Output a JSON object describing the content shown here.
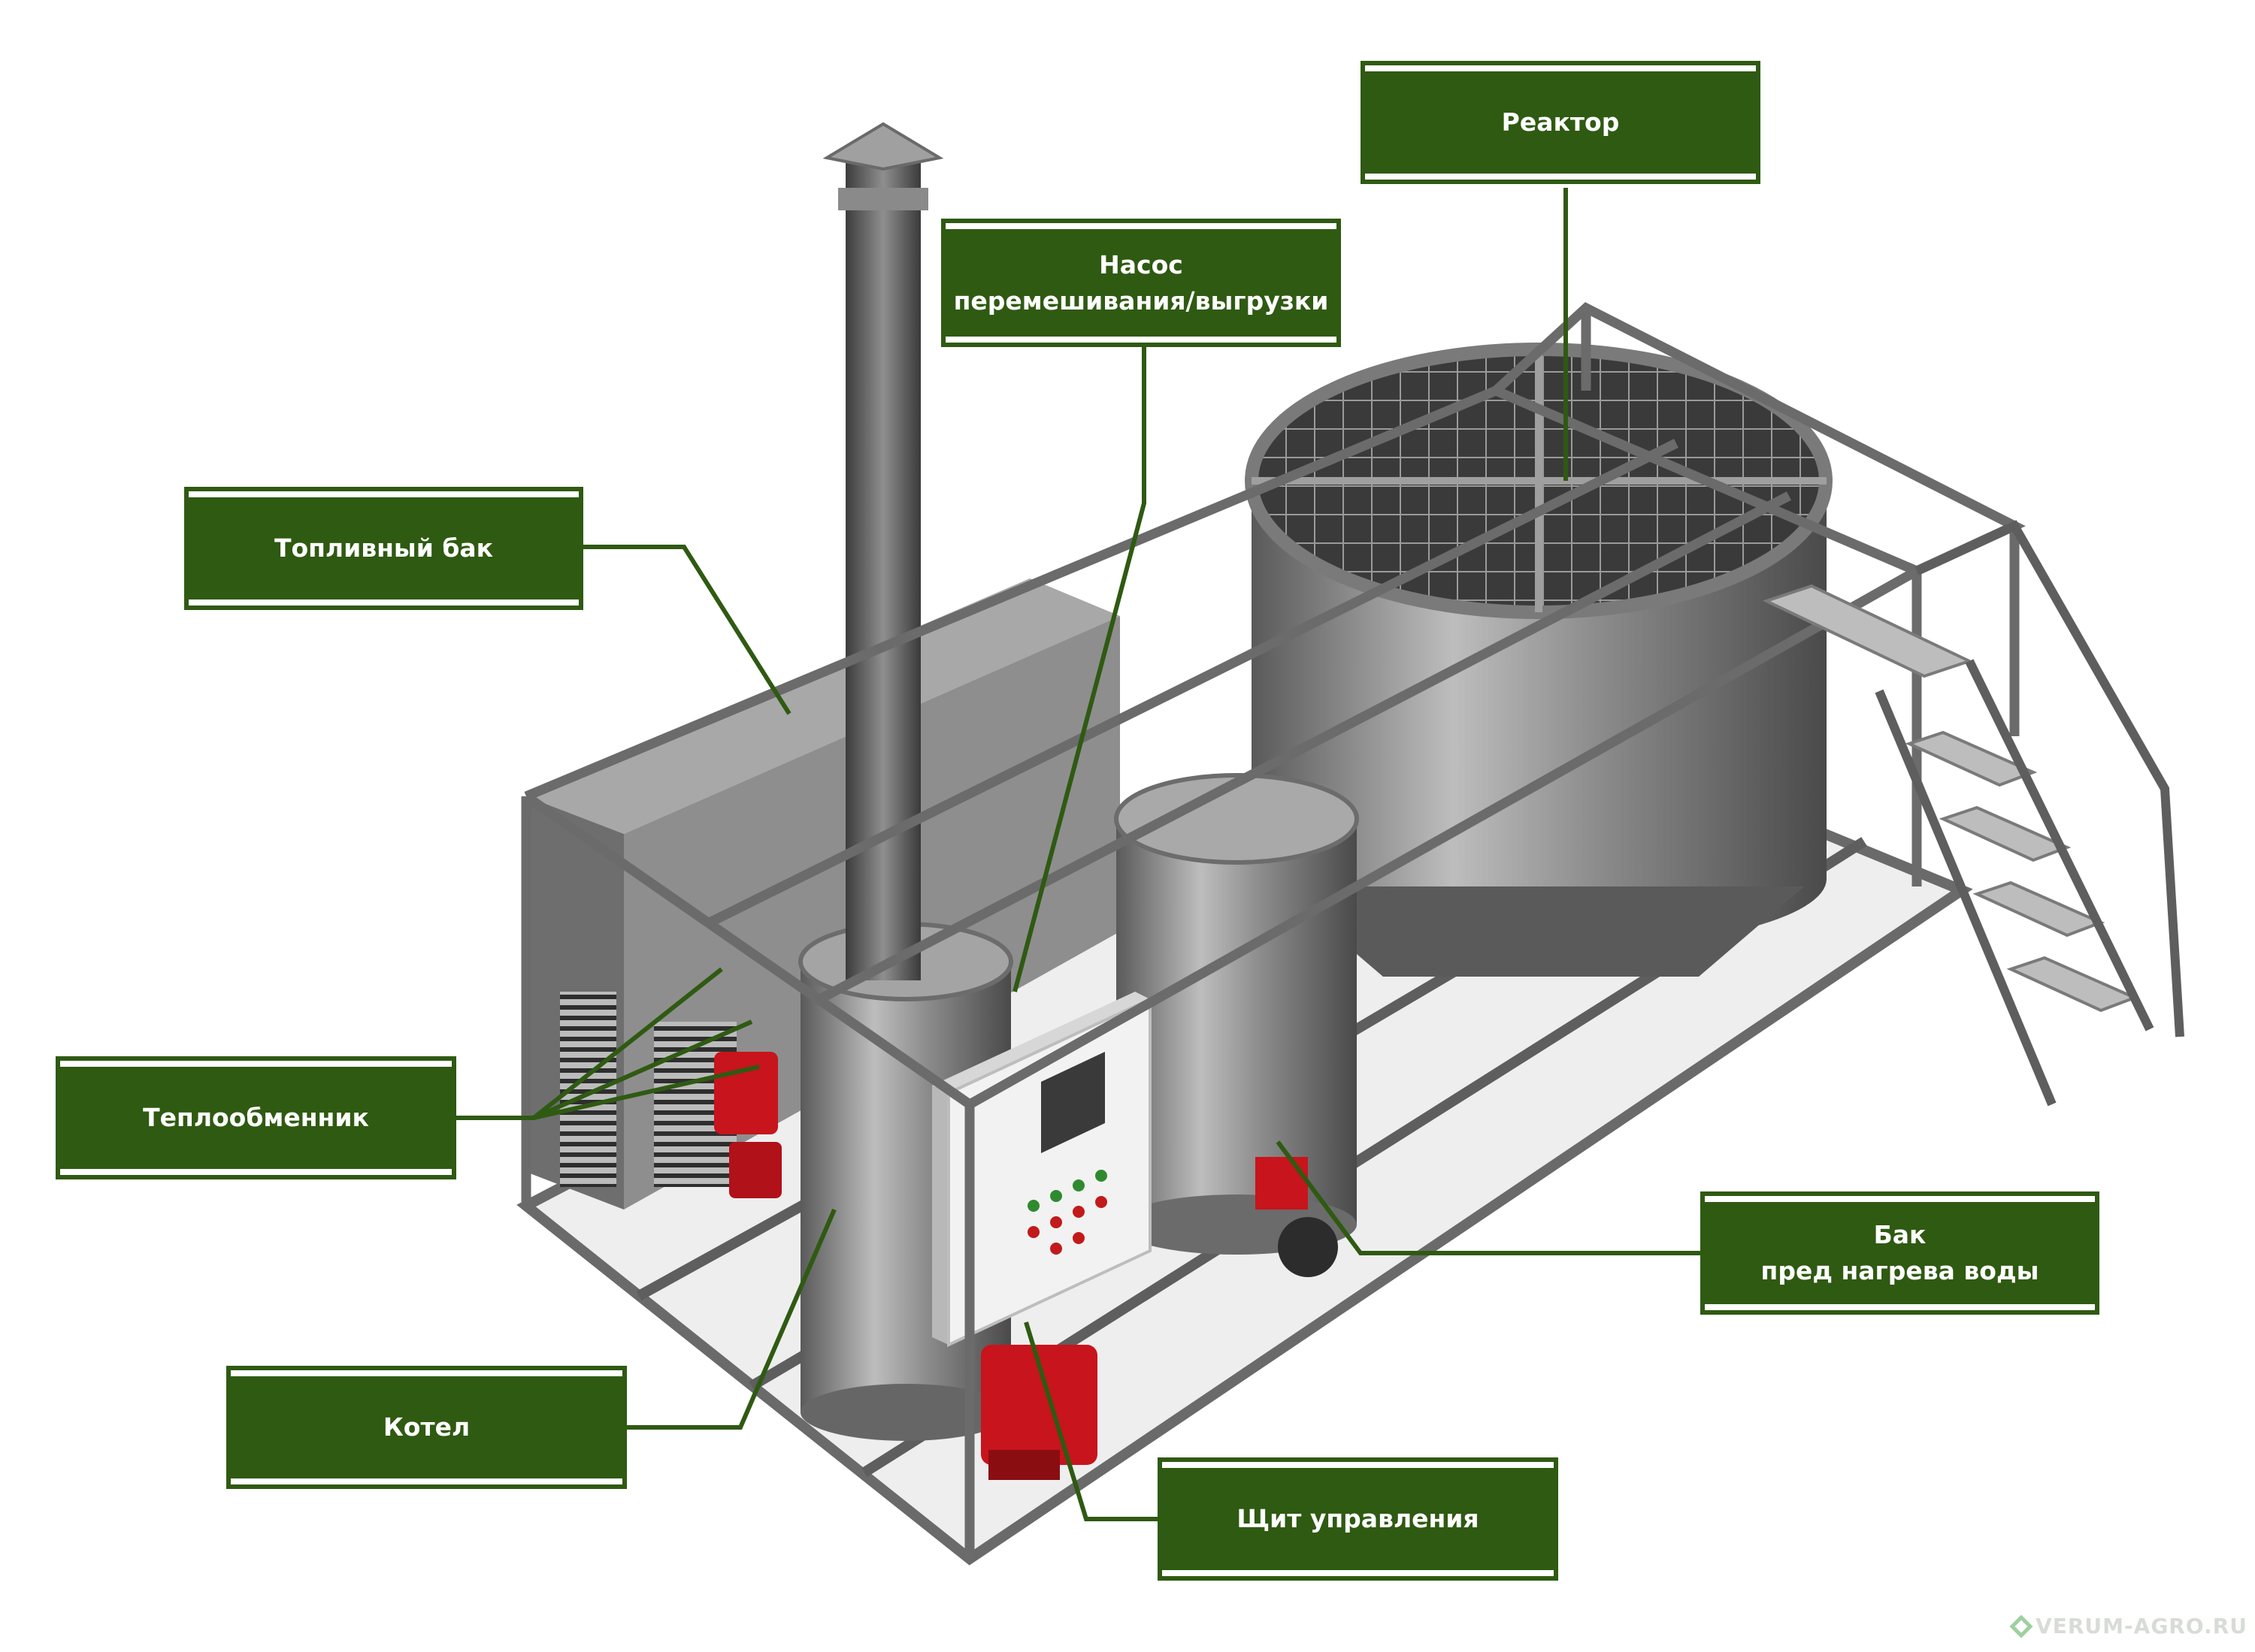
{
  "labels": {
    "reactor": "Реактор",
    "pump": "Насос\nперемешивания/выгрузки",
    "fuel_tank": "Топливный бак",
    "heat_exchanger": "Теплообменник",
    "water_tank": "Бак\nпред нагрева воды",
    "boiler": "Котел",
    "control_panel": "Щит управления"
  },
  "watermark": "VERUM-AGRO.RU",
  "colors": {
    "label_bg": "#2f5a12",
    "leader_line": "#2f5a12",
    "steel": "#8a8a8a",
    "burner_red": "#c8141c"
  },
  "icons": {
    "watermark": "diamond-logo-icon"
  }
}
